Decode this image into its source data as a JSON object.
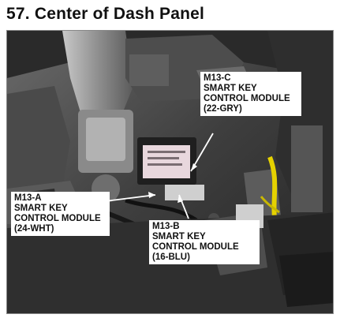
{
  "title": "57. Center of Dash Panel",
  "callouts": {
    "c": {
      "line1": "M13-C",
      "line2": "SMART KEY",
      "line3": "CONTROL MODULE",
      "line4": "(22-GRY)"
    },
    "a": {
      "line1": "M13-A",
      "line2": "SMART KEY",
      "line3": "CONTROL MODULE",
      "line4": "(24-WHT)"
    },
    "b": {
      "line1": "M13-B",
      "line2": "SMART KEY",
      "line3": "CONTROL MODULE",
      "line4": "(16-BLU)"
    }
  }
}
